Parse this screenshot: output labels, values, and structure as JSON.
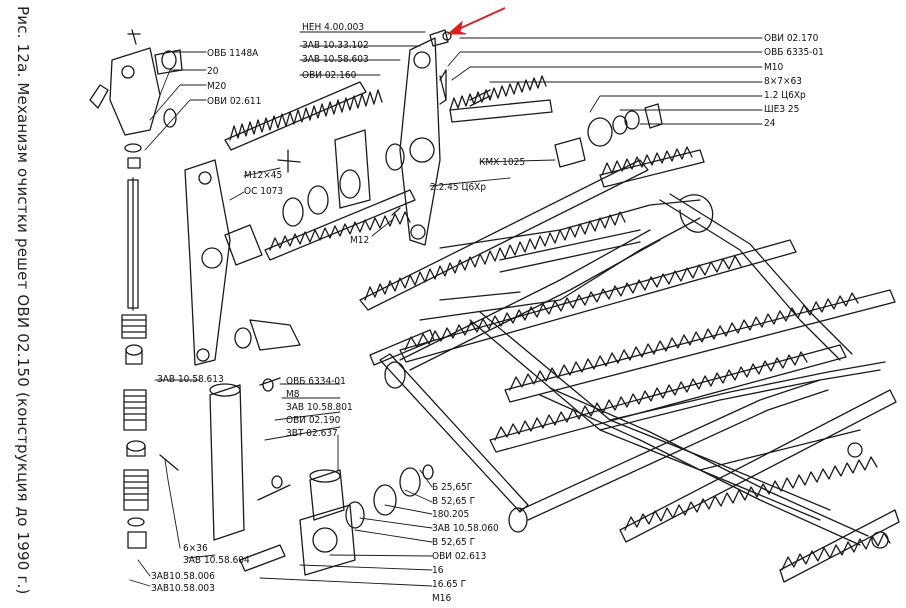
{
  "caption": "Рис. 12а. Механизм очистки решет ОВИ 02.150 (конструкция до 1990 г.)",
  "colors": {
    "ink": "#1a1a1a",
    "arrow": "#d81e1e",
    "paper": "#ffffff"
  },
  "labels": {
    "ovb1148a": "ОВБ 1148А",
    "n20": "20",
    "m20": "М20",
    "ovi02611": "ОВИ 02.611",
    "nen": "НЕН 4.00.003",
    "zav1033102": "ЗАВ 10.33.102",
    "zav1058603": "ЗАВ 10.58.603",
    "ovi02160": "ОВИ 02.160",
    "ovi02170": "ОВИ 02.170",
    "ovb6335": "ОВБ 6335-01",
    "m10": "М10",
    "b8x7x63": "8×7×63",
    "c12": "1.2 Ц6Хр",
    "shez25": "ШЕЗ 25",
    "n24": "24",
    "m12x45": "М12×45",
    "os1073": "ОС 1073",
    "kmh1025": "КМХ 1025",
    "c22": "2.2.45 Ц6Хр",
    "m12": "М12",
    "zav1058613": "ЗАВ 10.58.613",
    "ovb6334": "ОВБ 6334-01",
    "m8": "М8",
    "zav1058801": "ЗАВ 10.58.801",
    "ovi02190": "ОВИ 02.190",
    "zvt02637": "ЗВТ 02.637",
    "b2565": "Б 25,65Г",
    "v5265a": "В 52,65 Г",
    "n180205": "180.205",
    "zav1058060": "ЗАВ 10.58.060",
    "v5265b": "В 52,65 Г",
    "ovi02613": "ОВИ 02.613",
    "n16": "16",
    "n1665": "16.65 Г",
    "m16": "М16",
    "b6x36": "6×36",
    "zav1058604": "ЗАВ 10.58.604",
    "zav1058006": "ЗАВ10.58.006",
    "zav1058003": "ЗАВ10.58.003"
  }
}
